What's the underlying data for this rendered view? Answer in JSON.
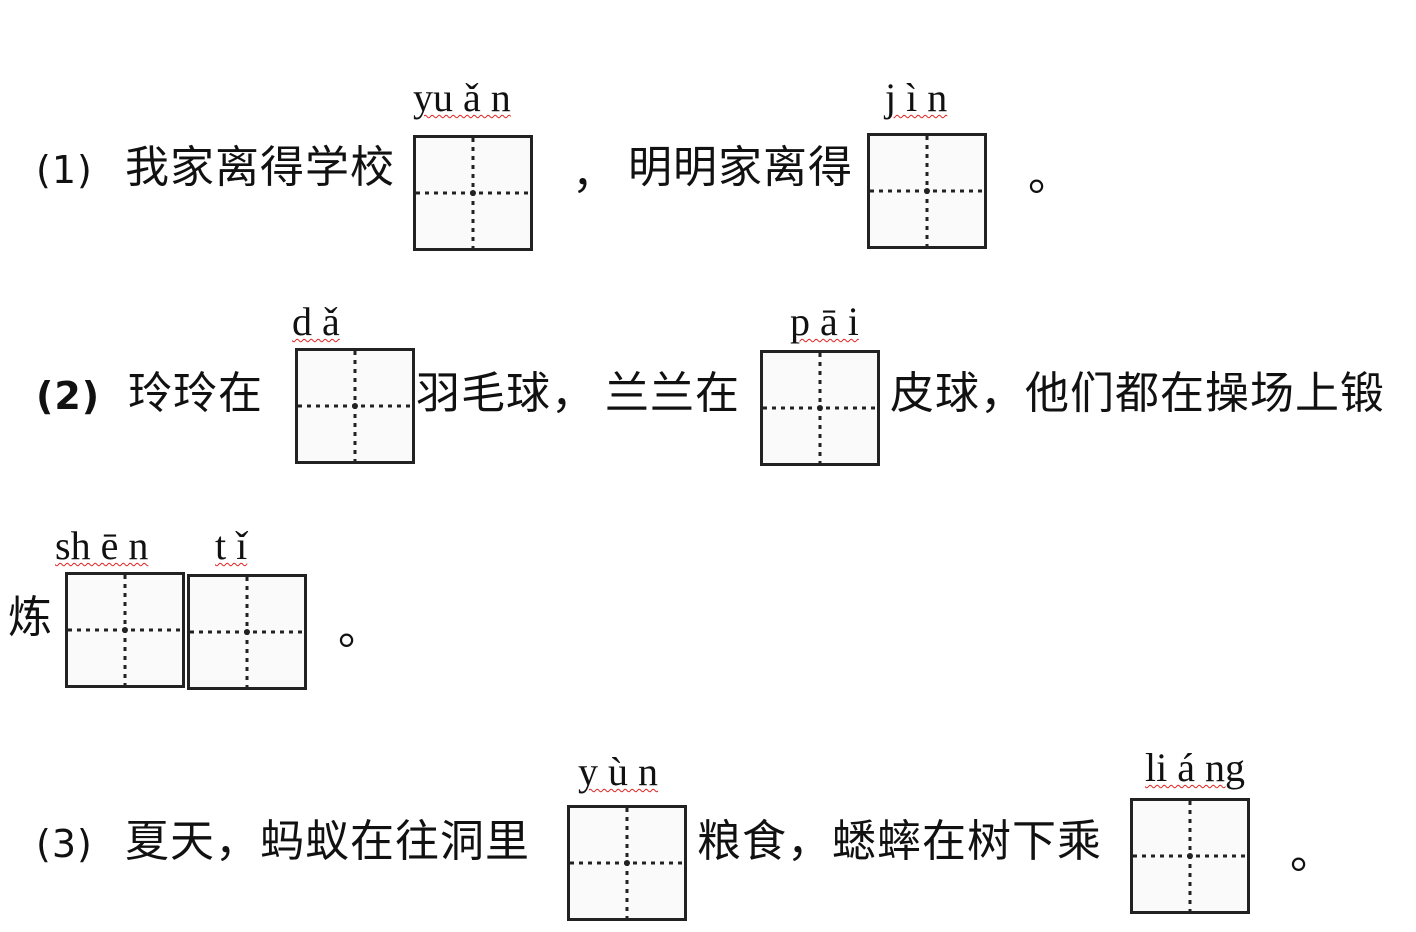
{
  "q1": {
    "num": "(1)",
    "a": "我家离得学校",
    "py1": "yu ǎ n",
    "comma": "，",
    "b": "明明家离得",
    "py2": "j ì n",
    "end": "。"
  },
  "q2": {
    "num": "(2)",
    "a": "玲玲在",
    "py1": "d ǎ",
    "b": "羽毛球，",
    "c": "兰兰在",
    "py2": "p ā i",
    "d": "皮球，他们都在操场上锻",
    "e": "炼",
    "py3": "sh ē n",
    "py4": "t ǐ",
    "end": "。"
  },
  "q3": {
    "num": "(3)",
    "a": "夏天，蚂蚁在往洞里",
    "py1": "y ù n",
    "b": "粮食，蟋蟀在树下乘",
    "py2": "li á ng",
    "end": "。"
  }
}
